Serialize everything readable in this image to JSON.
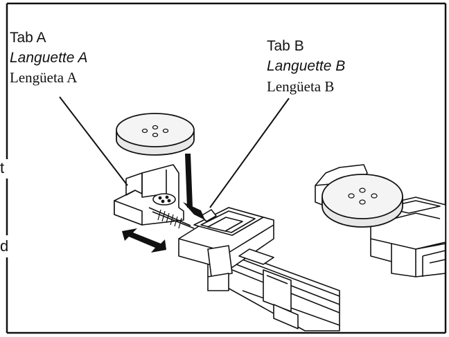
{
  "tab_a": {
    "line1": "Tab A",
    "line2": "Languette A",
    "line3": "Lengüeta A"
  },
  "tab_b": {
    "line1": "Tab B",
    "line2": "Languette B",
    "line3": "Lengüeta B"
  },
  "edge_text": {
    "top": "t",
    "bottom": "d"
  },
  "colors": {
    "ink": "#111111",
    "background": "#ffffff",
    "disc_fill": "#f4f4f4"
  },
  "icons": [
    "button-disc",
    "slide-direction-arrow",
    "insert-arrow",
    "leader-line"
  ]
}
